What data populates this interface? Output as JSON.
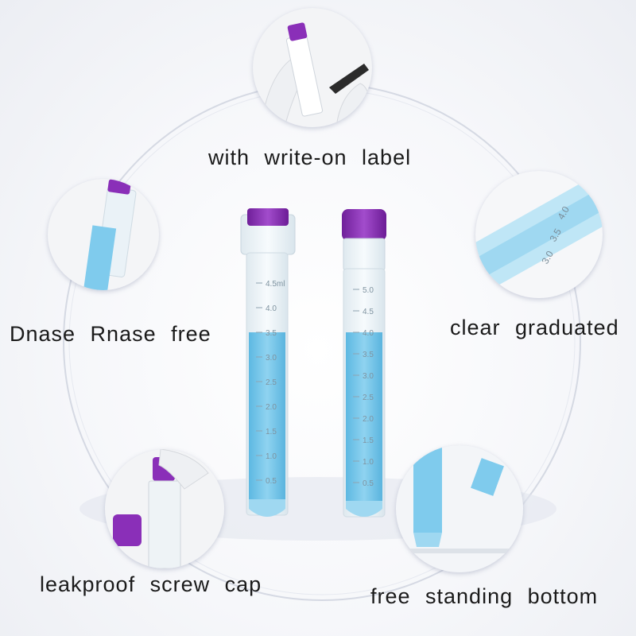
{
  "captions": {
    "top": "with write-on label",
    "left": "Dnase Rnase free",
    "right": "clear graduated",
    "bottom_left": "leakproof screw cap",
    "bottom_right": "free standing bottom"
  },
  "tube_left_marks": [
    "4.5ml",
    "4.0",
    "3.5",
    "3.0",
    "2.5",
    "2.0",
    "1.5",
    "1.0",
    "0.5"
  ],
  "tube_right_marks": [
    "5.0",
    "4.5",
    "4.0",
    "3.5",
    "3.0",
    "2.5",
    "2.0",
    "1.5",
    "1.0",
    "0.5"
  ],
  "zoom_graduation_marks": [
    "4.0",
    "3.5",
    "3.0"
  ],
  "colors": {
    "cap": "#8a2fb8",
    "liquid": "#6ec3e8",
    "tube": "#e9f3f8"
  }
}
